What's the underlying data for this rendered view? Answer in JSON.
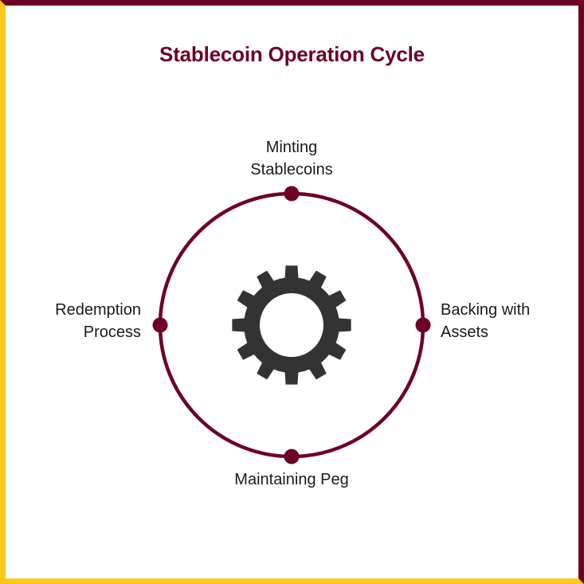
{
  "title": "Stablecoin Operation Cycle",
  "colors": {
    "maroon": "#6e0026",
    "yellow": "#ffc81e",
    "gear": "#333333",
    "text": "#1a1a1a",
    "background": "#ffffff"
  },
  "center_icon": "gear-icon",
  "cycle": {
    "nodes": [
      {
        "position": "top",
        "lines": [
          "Minting",
          "Stablecoins"
        ]
      },
      {
        "position": "right",
        "lines": [
          "Backing with",
          "Assets"
        ]
      },
      {
        "position": "bottom",
        "lines": [
          "Maintaining Peg"
        ]
      },
      {
        "position": "left",
        "lines": [
          "Redemption",
          "Process"
        ]
      }
    ]
  }
}
